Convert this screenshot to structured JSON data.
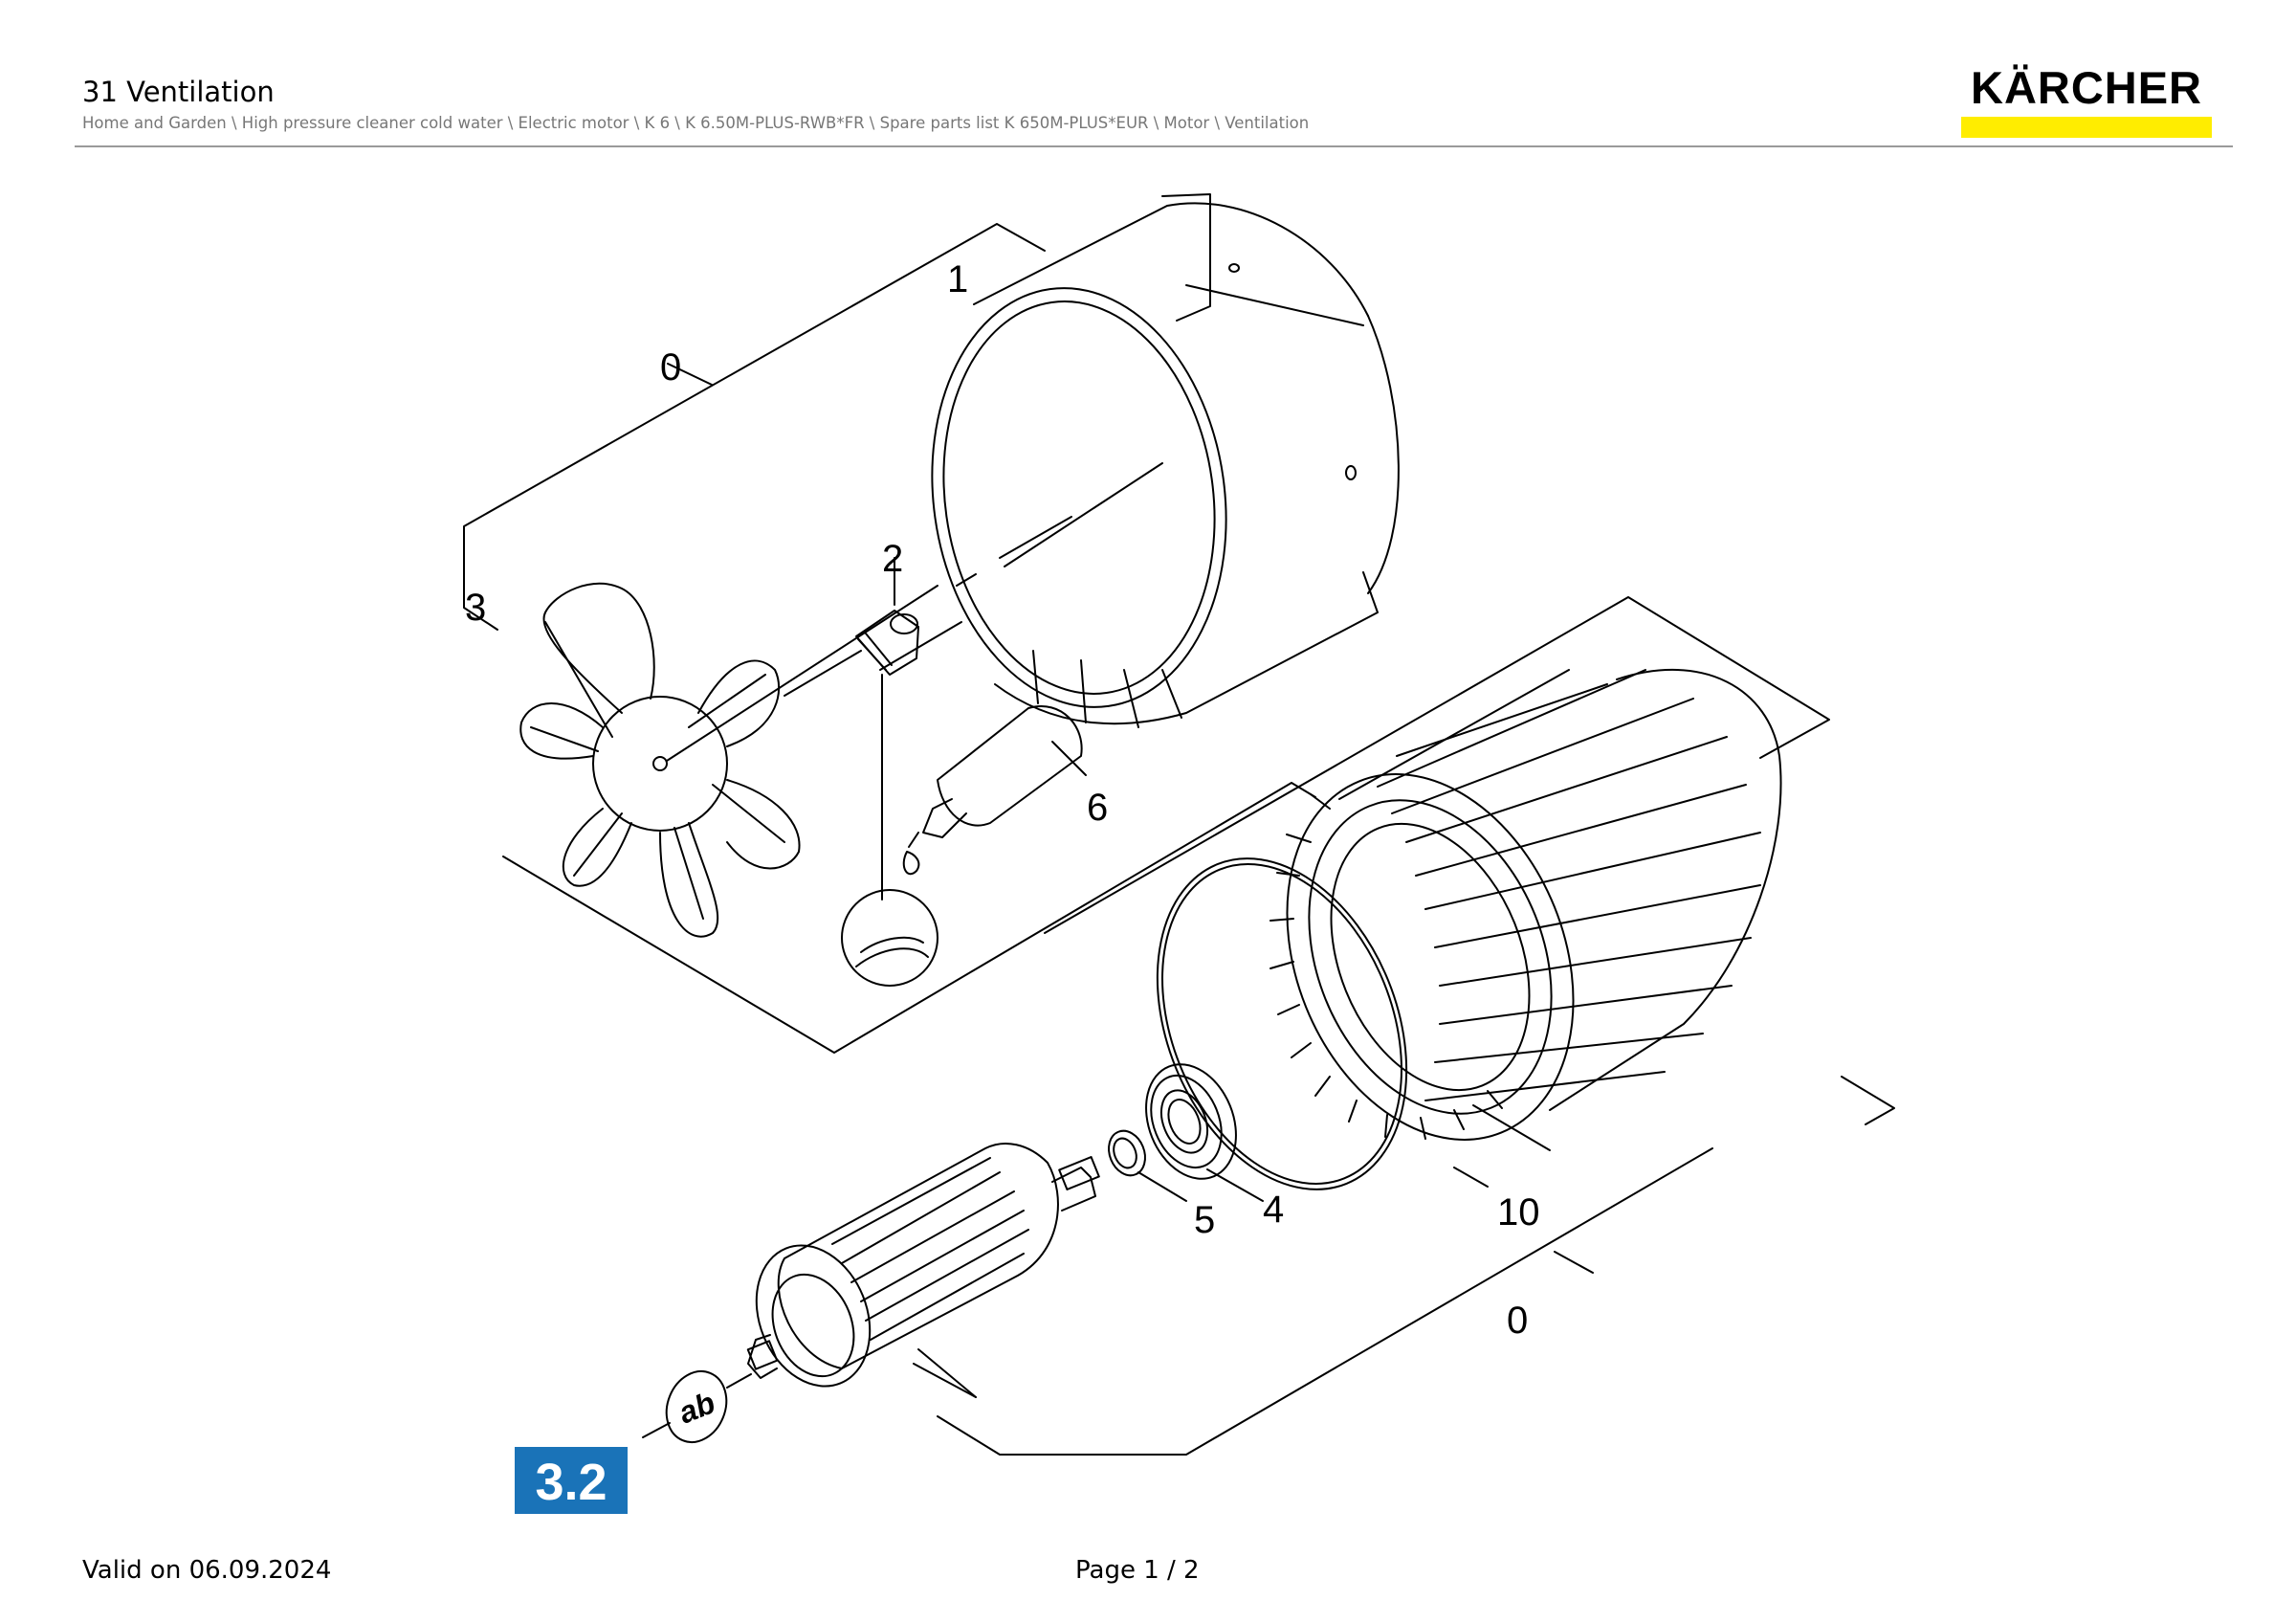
{
  "header": {
    "title": "31 Ventilation",
    "breadcrumb": "Home and Garden \\ High pressure cleaner cold water \\ Electric motor \\ K 6 \\ K 6.50M-PLUS-RWB*FR \\ Spare parts list K 650M-PLUS*EUR \\ Motor \\ Ventilation"
  },
  "logo": {
    "text": "KÄRCHER",
    "bar_color": "#ffed00"
  },
  "diagram": {
    "callouts": [
      "0",
      "1",
      "2",
      "3",
      "6",
      "0",
      "4",
      "5",
      "10"
    ],
    "sealant_label": "ab",
    "torque_badge": "3.2",
    "badge_color": "#1a73b8"
  },
  "footer": {
    "valid": "Valid on 06.09.2024",
    "page": "Page 1 / 2"
  }
}
